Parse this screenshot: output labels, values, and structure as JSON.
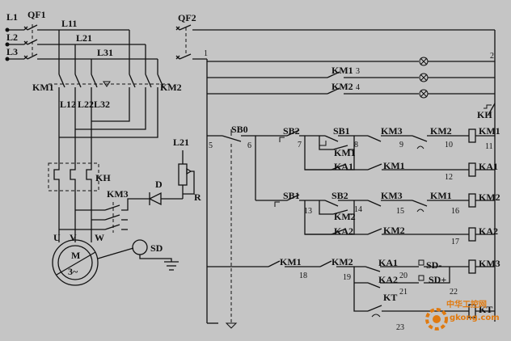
{
  "labels": {
    "l1": "L1",
    "l2": "L2",
    "l3": "L3",
    "qf1": "QF1",
    "qf2": "QF2",
    "l11": "L11",
    "l21": "L21",
    "l31": "L31",
    "km1": "KM1",
    "km2": "KM2",
    "km3": "KM3",
    "l12": "L12",
    "l22": "L22",
    "l32": "L32",
    "kh": "KH",
    "d": "D",
    "r": "R",
    "l21b": "L21",
    "u": "U",
    "v": "V",
    "w": "W",
    "m": "M",
    "m3": "3~",
    "sd": "SD",
    "sb0": "SB0",
    "sb1": "SB1",
    "sb2": "SB2",
    "km3c": "KM3",
    "ka1": "KA1",
    "ka2": "KA2",
    "kt": "KT",
    "sdminus": "SD-",
    "sdplus": "SD+"
  },
  "nodes": [
    "1",
    "2",
    "3",
    "4",
    "5",
    "6",
    "7",
    "8",
    "9",
    "10",
    "11",
    "12",
    "13",
    "14",
    "15",
    "16",
    "17",
    "18",
    "19",
    "20",
    "21",
    "22",
    "23"
  ],
  "watermark": {
    "line1": "中华工控网",
    "line2": "gkong.com"
  },
  "colors": {
    "background": "#c5c5c5",
    "ink": "#111111",
    "watermark": "#e07a10"
  }
}
